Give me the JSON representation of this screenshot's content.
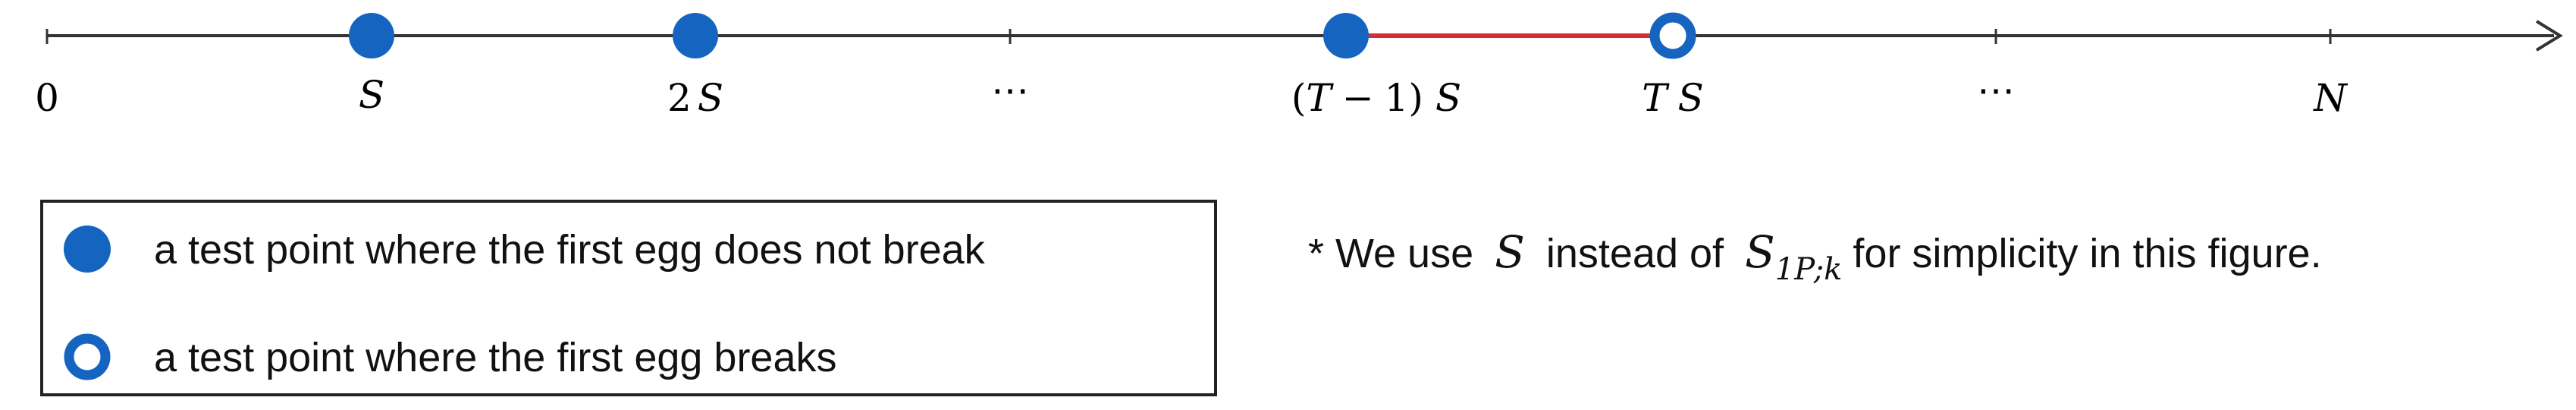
{
  "axis": {
    "labels": {
      "zero": "0",
      "s": "S",
      "two_s_num": "2",
      "two_s_var": "S",
      "dots1": "⋯",
      "tm1_open": "(",
      "tm1_T": "T",
      "tm1_minus": "−",
      "tm1_close": "1)",
      "tm1_S": "S",
      "ts_T": "T",
      "ts_S": "S",
      "dots2": "⋯",
      "n": "N"
    },
    "colors": {
      "axis": "#333333",
      "test_point": "#1565c0",
      "segment": "#d32f2f"
    }
  },
  "legend": {
    "items": [
      {
        "marker": "filled-circle",
        "label": "a test point where the first egg does not break"
      },
      {
        "marker": "hollow-circle",
        "label": "a test point where the first egg breaks"
      }
    ]
  },
  "note": {
    "prefix": "* We use",
    "var_s": "S",
    "middle": "instead of",
    "var_s2": "S",
    "sub": "1P;k",
    "suffix": "for simplicity in this figure."
  }
}
